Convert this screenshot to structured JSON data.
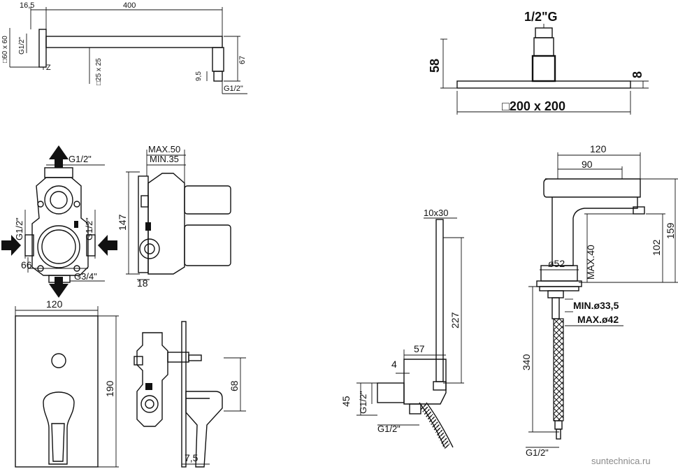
{
  "shower_arm": {
    "dim_offset": "16,5",
    "dim_length": "400",
    "dim_plate": "□60 x 60",
    "dim_thread_wall": "G1/2\"",
    "dim_z": "Z",
    "dim_tube": "□25 x 25",
    "dim_height": "67",
    "dim_drop": "9,5",
    "dim_thread_end": "G1/2\""
  },
  "shower_head": {
    "dim_thread": "1/2\"G",
    "dim_height": "58",
    "dim_thickness": "8",
    "dim_size": "□200 x 200"
  },
  "valve_body": {
    "dim_top": "G1/2\"",
    "dim_left": "G1/2\"",
    "dim_right": "G1/2\"",
    "dim_width": "66",
    "dim_bottom": "G3/4\""
  },
  "valve_side": {
    "dim_max": "MAX.50",
    "dim_min": "MIN.35",
    "dim_height": "147",
    "dim_depth": "18"
  },
  "cover_plate": {
    "dim_width": "120",
    "dim_height": "190"
  },
  "mixer_side": {
    "dim_height": "68",
    "dim_depth": "7,5"
  },
  "hand_shower": {
    "dim_section": "10x30",
    "dim_length": "227",
    "dim_width": "57",
    "dim_offset": "4",
    "dim_height": "45",
    "dim_thread_side": "G1/2\"",
    "dim_thread_bottom": "G1/2\""
  },
  "basin_mixer": {
    "dim_width": "120",
    "dim_reach": "90",
    "dim_height_total": "159",
    "dim_spout_height": "102",
    "dim_base": "ø52",
    "dim_max_deck": "MAX.40",
    "dim_min_hole": "MIN.ø33,5",
    "dim_max_hole": "MAX.ø42",
    "dim_hose": "340",
    "dim_thread": "G1/2\""
  },
  "watermark": "suntechnica.ru"
}
